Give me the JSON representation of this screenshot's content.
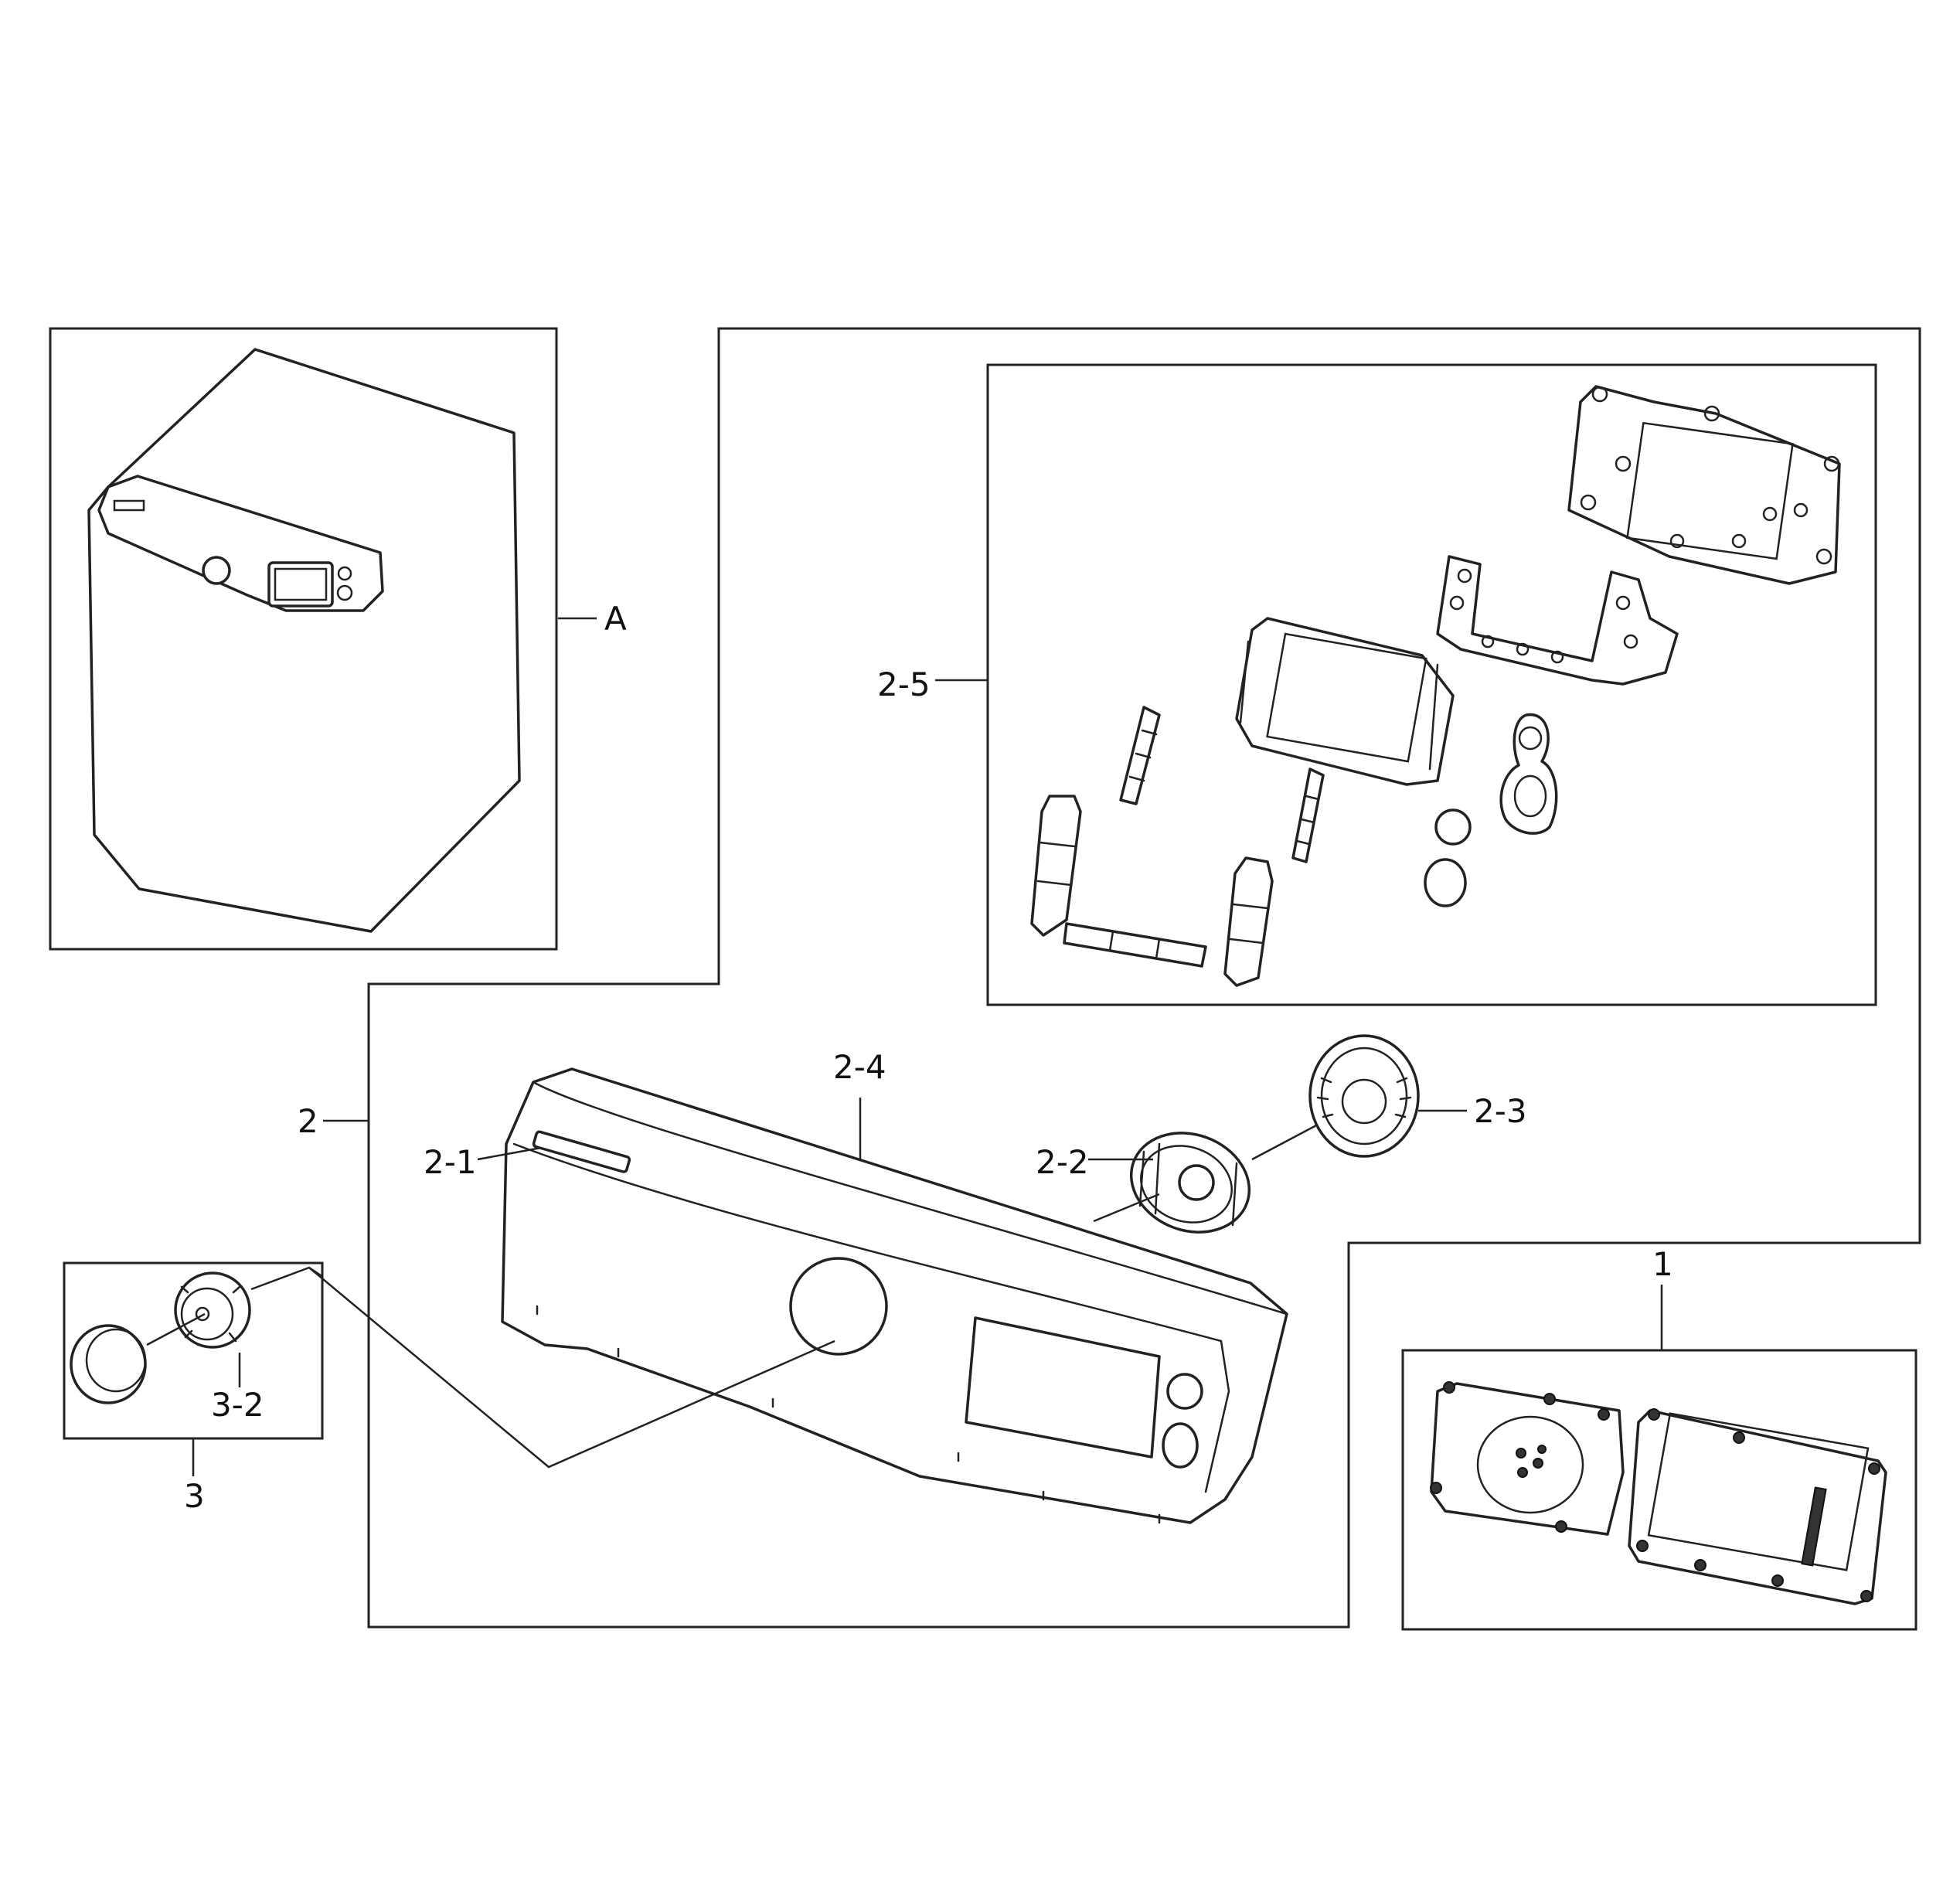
{
  "callouts": {
    "A": "A",
    "p1": "1",
    "p2": "2",
    "p2_1": "2-1",
    "p2_2": "2-2",
    "p2_3": "2-3",
    "p2_4": "2-4",
    "p2_5": "2-5",
    "p3": "3",
    "p3_2": "3-2"
  },
  "colors": {
    "line": "#222222",
    "background": "#ffffff"
  }
}
